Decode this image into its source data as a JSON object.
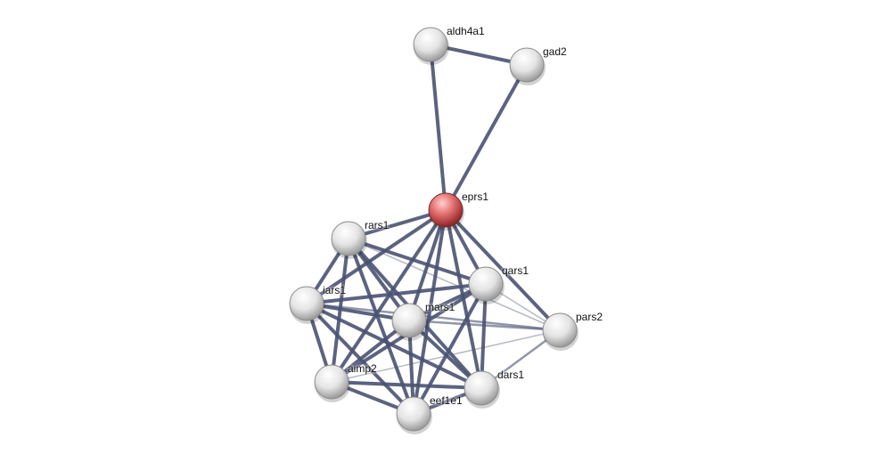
{
  "network": {
    "query_node": "eprs1",
    "colors": {
      "edge": "#4a5272",
      "query_node": "#e06a6a",
      "node": "#e8e8e8"
    },
    "nodes": [
      {
        "id": "aldh4a1",
        "label": "aldh4a1"
      },
      {
        "id": "gad2",
        "label": "gad2"
      },
      {
        "id": "eprs1",
        "label": "eprs1"
      },
      {
        "id": "rars1",
        "label": "rars1"
      },
      {
        "id": "qars1",
        "label": "qars1"
      },
      {
        "id": "iars1",
        "label": "iars1"
      },
      {
        "id": "mars1",
        "label": "mars1"
      },
      {
        "id": "pars2",
        "label": "pars2"
      },
      {
        "id": "aimp2",
        "label": "aimp2"
      },
      {
        "id": "dars1",
        "label": "dars1"
      },
      {
        "id": "eef1e1",
        "label": "eef1e1"
      }
    ],
    "edges": [
      [
        "aldh4a1",
        "gad2",
        0.8
      ],
      [
        "aldh4a1",
        "eprs1",
        0.8
      ],
      [
        "gad2",
        "eprs1",
        0.8
      ],
      [
        "eprs1",
        "rars1",
        0.9
      ],
      [
        "eprs1",
        "qars1",
        0.9
      ],
      [
        "eprs1",
        "iars1",
        0.9
      ],
      [
        "eprs1",
        "mars1",
        0.9
      ],
      [
        "eprs1",
        "pars2",
        0.8
      ],
      [
        "eprs1",
        "aimp2",
        0.9
      ],
      [
        "eprs1",
        "dars1",
        0.9
      ],
      [
        "eprs1",
        "eef1e1",
        0.9
      ],
      [
        "rars1",
        "iars1",
        0.9
      ],
      [
        "rars1",
        "qars1",
        0.9
      ],
      [
        "rars1",
        "mars1",
        0.9
      ],
      [
        "rars1",
        "aimp2",
        0.9
      ],
      [
        "rars1",
        "dars1",
        0.9
      ],
      [
        "rars1",
        "eef1e1",
        0.9
      ],
      [
        "rars1",
        "pars2",
        0.3
      ],
      [
        "iars1",
        "qars1",
        0.9
      ],
      [
        "iars1",
        "mars1",
        0.9
      ],
      [
        "iars1",
        "aimp2",
        0.9
      ],
      [
        "iars1",
        "dars1",
        0.9
      ],
      [
        "iars1",
        "eef1e1",
        0.9
      ],
      [
        "iars1",
        "pars2",
        0.5
      ],
      [
        "qars1",
        "mars1",
        0.9
      ],
      [
        "qars1",
        "aimp2",
        0.9
      ],
      [
        "qars1",
        "dars1",
        0.9
      ],
      [
        "qars1",
        "eef1e1",
        0.9
      ],
      [
        "qars1",
        "pars2",
        0.4
      ],
      [
        "mars1",
        "aimp2",
        0.9
      ],
      [
        "mars1",
        "dars1",
        0.9
      ],
      [
        "mars1",
        "eef1e1",
        0.9
      ],
      [
        "mars1",
        "pars2",
        0.5
      ],
      [
        "aimp2",
        "dars1",
        0.9
      ],
      [
        "aimp2",
        "eef1e1",
        0.9
      ],
      [
        "aimp2",
        "pars2",
        0.3
      ],
      [
        "dars1",
        "eef1e1",
        0.9
      ],
      [
        "dars1",
        "pars2",
        0.6
      ]
    ]
  }
}
